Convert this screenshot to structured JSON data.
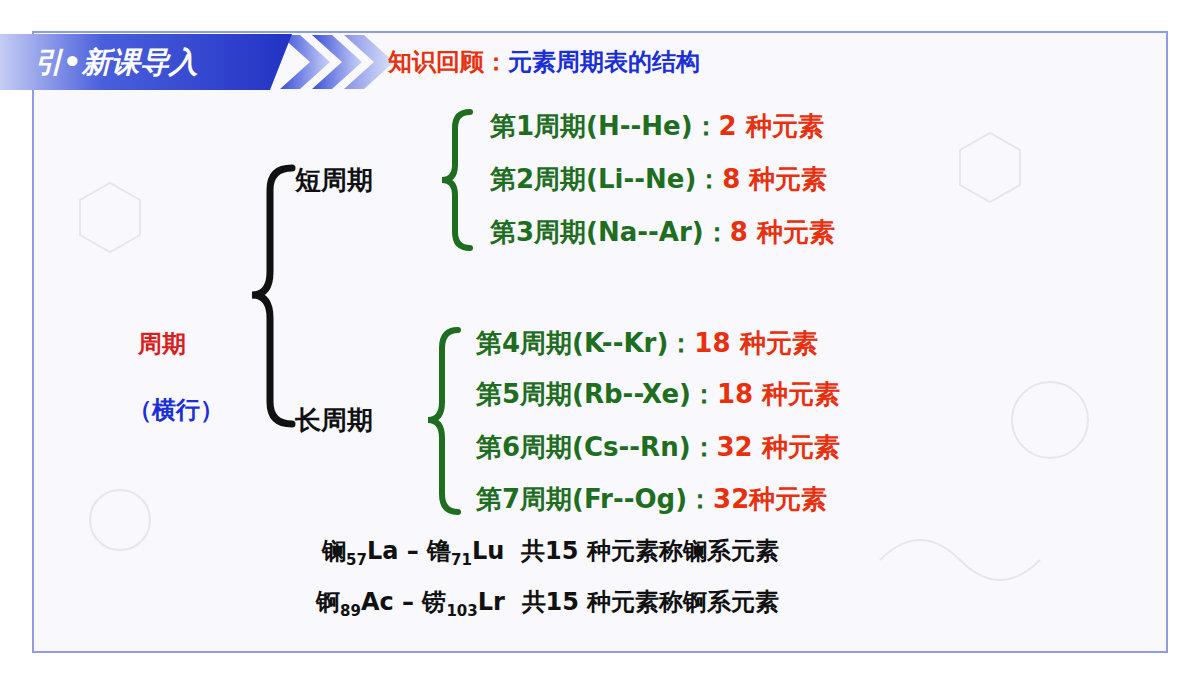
{
  "diagram": {
    "nodes": [
      {
        "text": [
          "引•新课导入"
        ]
      }
    ],
    "labels": [
      "知识回顾：",
      "元素周期表的结构",
      "第1周期(H--He)：",
      "2 种元素",
      "第2周期(Li--Ne)：",
      "8 种元素",
      "第3周期(Na--Ar)：",
      "8 种元素",
      "第4周期(K--Kr)：",
      "18 种元素",
      "第5周期(Rb--Xe)：",
      "18 种元素",
      "第6周期(Cs--Rn)：",
      "32 种元素",
      "第7周期(Fr--Og)：",
      "32种元素",
      "短周期",
      "长周期",
      "周期",
      "（横行）",
      "镧",
      "57",
      "La – 镥",
      "71",
      "Lu  共15 种元素称镧系元素",
      "锕",
      "89",
      "Ac – 铹",
      "103",
      "Lr  共15 种元素称锕系元素"
    ]
  }
}
